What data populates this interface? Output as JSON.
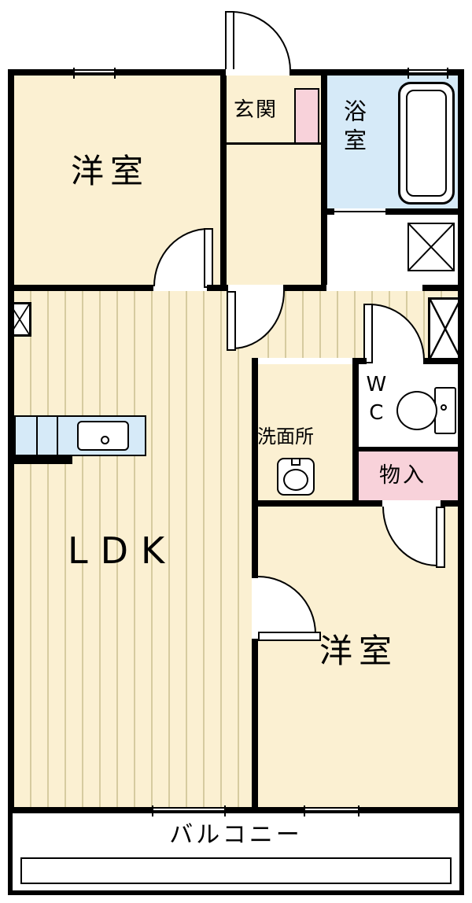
{
  "floorplan": {
    "labels": {
      "genkan": "玄関",
      "bath": "浴室",
      "western_room_1": "洋室",
      "ldk": "LDK",
      "washroom": "洗面所",
      "wc": "WC",
      "storage": "物入",
      "western_room_2": "洋室",
      "balcony": "バルコニー"
    },
    "colors": {
      "wall": "#000000",
      "floor_cream": "#fbf0d2",
      "wood_line": "#d6cba0",
      "bath_blue": "#d6eaf8",
      "accent_pink": "#f8d2da",
      "white": "#ffffff"
    }
  }
}
